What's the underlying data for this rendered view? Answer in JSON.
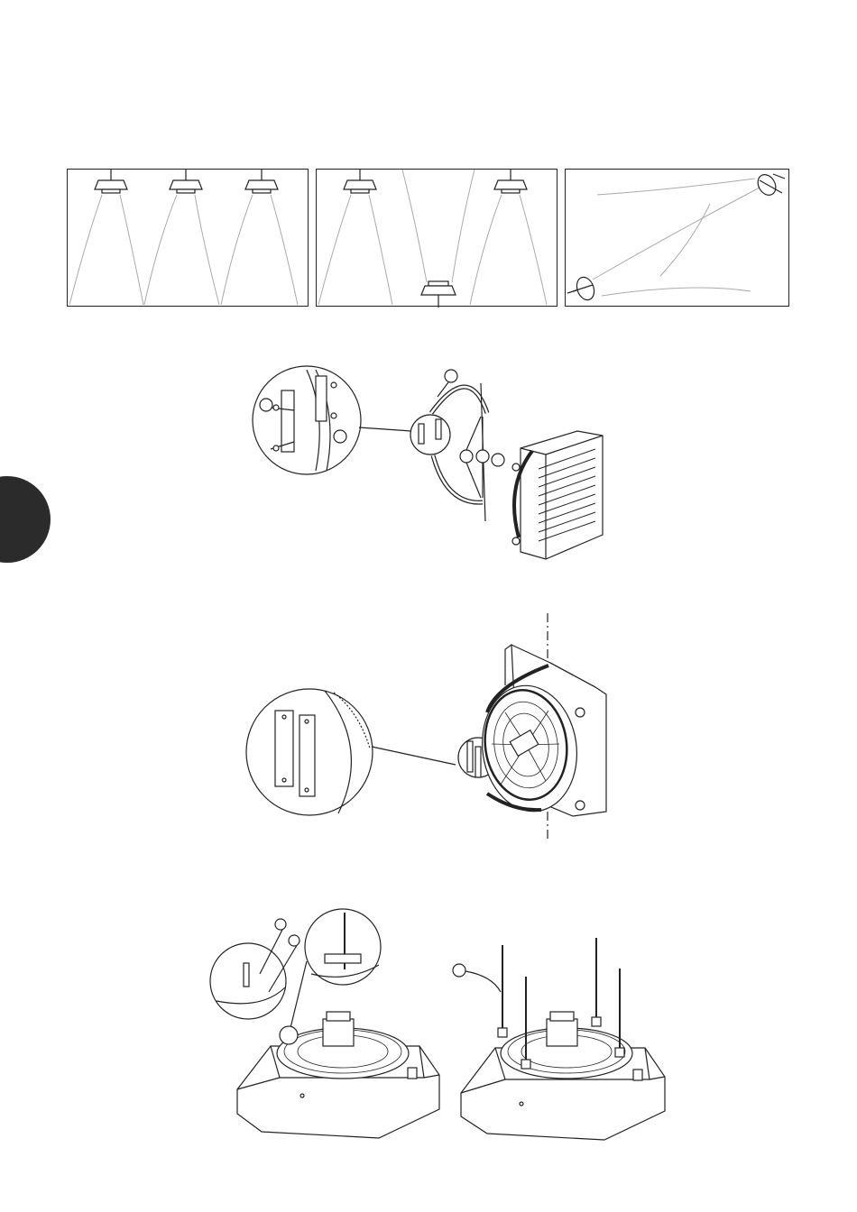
{
  "page": {
    "section_tab": {
      "color": "#2b2b2b",
      "label": ""
    },
    "figures": [
      {
        "id": "mounting-patterns",
        "panels": [
          "ceiling-row",
          "ceiling-and-floor",
          "diagonal-wall"
        ]
      },
      {
        "id": "wall-bracket-assembly"
      },
      {
        "id": "wall-mounted-unit"
      },
      {
        "id": "ceiling-suspension"
      }
    ],
    "colors": {
      "line": "#222222",
      "airflow": "#aaaaaa",
      "panel_bg": "#ffffff"
    }
  }
}
